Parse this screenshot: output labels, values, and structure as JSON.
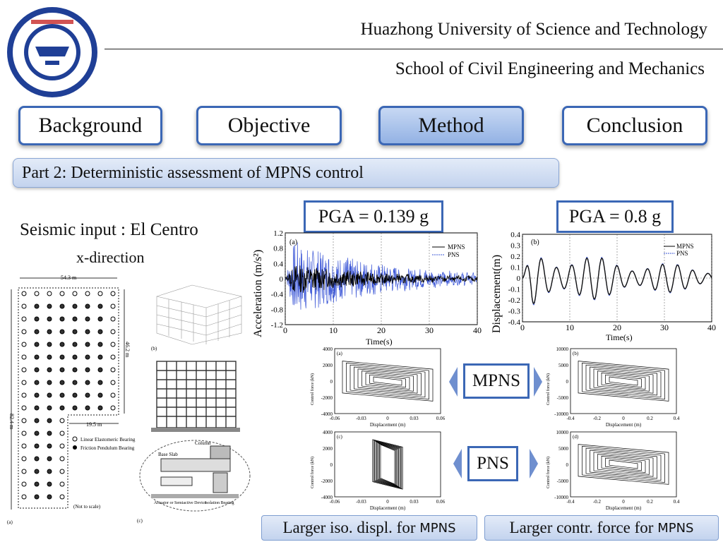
{
  "header": {
    "university": "Huazhong University of Science and Technology",
    "school": "School of Civil Engineering and Mechanics"
  },
  "tabs": [
    {
      "label": "Background",
      "active": false
    },
    {
      "label": "Objective",
      "active": false
    },
    {
      "label": "Method",
      "active": true
    },
    {
      "label": "Conclusion",
      "active": false
    }
  ],
  "banner": "Part 2: Deterministic assessment  of MPNS control",
  "left": {
    "seismic_input": "Seismic input : El Centro",
    "direction": "x-direction",
    "plan_dims": {
      "width": "54.3 m",
      "depth": "46.2 m",
      "total": "82.4 m",
      "inner": "19.5 m"
    },
    "legend": [
      "Linear Elastomeric Bearing",
      "Friction Pendulum Bearing"
    ],
    "not_to_scale": "(Not to scale)",
    "fig_labels": [
      "(a)",
      "(b)",
      "(c)"
    ],
    "detail_labels": [
      "Column",
      "Base Slab",
      "Actuator or Semiactive Device",
      "Isolation Bearing"
    ]
  },
  "pga": {
    "left": "PGA = 0.139 g",
    "right": "PGA = 0.8 g"
  },
  "chart_data": [
    {
      "type": "line",
      "tag": "(a)",
      "ylabel": "Acceleration (m/s²)",
      "xlabel": "Time(s)",
      "xlim": [
        0,
        40
      ],
      "ylim": [
        -1.2,
        1.2
      ],
      "xticks": [
        "0",
        "10",
        "20",
        "30",
        "40"
      ],
      "yticks": [
        "1.2",
        "0.8",
        "0.4",
        "0",
        "-0.4",
        "-0.8",
        "-1.2"
      ],
      "series": [
        {
          "name": "MPNS",
          "color": "#000000"
        },
        {
          "name": "PNS",
          "color": "#3a55d6"
        }
      ]
    },
    {
      "type": "line",
      "tag": "(b)",
      "ylabel": "Displacement(m)",
      "xlabel": "Time(s)",
      "xlim": [
        0,
        40
      ],
      "ylim": [
        -0.4,
        0.4
      ],
      "xticks": [
        "0",
        "10",
        "20",
        "30",
        "40"
      ],
      "yticks": [
        "0.4",
        "0.3",
        "0.2",
        "0.1",
        "0",
        "-0.1",
        "-0.2",
        "-0.3",
        "-0.4"
      ],
      "series": [
        {
          "name": "MPNS",
          "color": "#000000"
        },
        {
          "name": "PNS",
          "color": "#3a55d6"
        }
      ]
    }
  ],
  "hysteresis": [
    {
      "tag": "(a)",
      "ylabel": "Control force (kN)",
      "xlabel": "Displacement (m)",
      "xticks": [
        "-0.06",
        "-0.03",
        "0",
        "0.03",
        "0.06"
      ],
      "yticks": [
        "4000",
        "2000",
        "0",
        "-2000",
        "-4000"
      ]
    },
    {
      "tag": "(b)",
      "ylabel": "Control force (kN)",
      "xlabel": "Displacement (m)",
      "xticks": [
        "-0.4",
        "-0.2",
        "0",
        "0.2",
        "0.4"
      ],
      "yticks": [
        "10000",
        "5000",
        "0",
        "-5000",
        "-10000"
      ]
    },
    {
      "tag": "(c)",
      "ylabel": "Control force (kN)",
      "xlabel": "Displacement (m)",
      "xticks": [
        "-0.06",
        "-0.03",
        "0",
        "0.03",
        "0.06"
      ],
      "yticks": [
        "4000",
        "2000",
        "0",
        "-2000",
        "-4000"
      ]
    },
    {
      "tag": "(d)",
      "ylabel": "Control force (kN)",
      "xlabel": "Displacement (m)",
      "xticks": [
        "-0.4",
        "-0.2",
        "0",
        "0.2",
        "0.4"
      ],
      "yticks": [
        "10000",
        "5000",
        "0",
        "-5000",
        "-10000"
      ]
    }
  ],
  "labels": {
    "mpns": "MPNS",
    "pns": "PNS"
  },
  "bottom": {
    "left_prefix": "Larger iso. displ. for ",
    "left_suffix": "MPNS",
    "right_prefix": "Larger contr. force for ",
    "right_suffix": "MPNS"
  },
  "colors": {
    "accent": "#3b67b5",
    "arrow": "#6f8fcf"
  }
}
